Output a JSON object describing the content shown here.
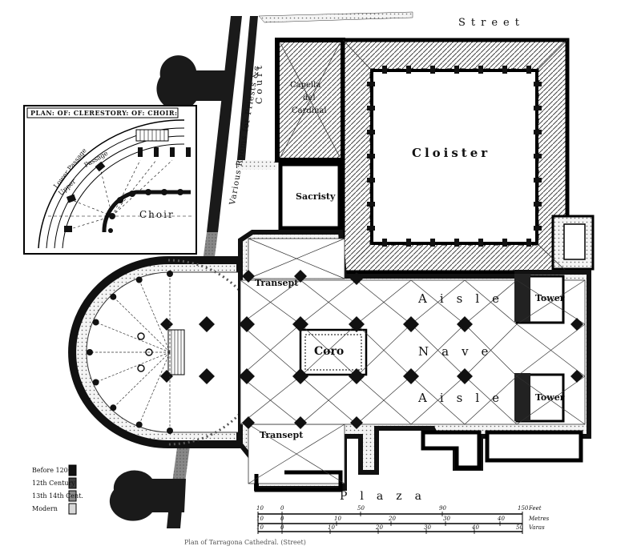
{
  "labels": {
    "street": "Street",
    "court": "Court",
    "various_rooms": "Various Rooms for Priests &c",
    "capella": [
      "Capella",
      "del",
      "Cardinal"
    ],
    "cloister": "Cloister",
    "sacristy": "Sacristy",
    "transept": "Transept",
    "coro": "Coro",
    "aisle": "Aisle",
    "nave": "Nave",
    "tower": "Tower",
    "plaza": "Plaza",
    "choir": "Choir"
  },
  "inset": {
    "title": "PLAN: OF: CLERESTORY: OF: CHOIR:",
    "lower_passage": "Lower Passage",
    "upper_passage": "Upper",
    "passage": "Passage"
  },
  "legend": [
    {
      "label": "Before 1200",
      "color": "#111111"
    },
    {
      "label": "12th Century",
      "color": "#3a3a3a"
    },
    {
      "label": "13th 14th Cent.",
      "color": "#8a8a8a"
    },
    {
      "label": "Modern",
      "color": "#d8d8d8"
    }
  ],
  "scale": {
    "feet_label": "Feet",
    "metres_label": "Metres",
    "varas_label": "Varas",
    "feet_ticks": [
      "10",
      "0",
      "50",
      "90",
      "150"
    ],
    "metres_ticks": [
      "10",
      "0",
      "10",
      "20",
      "30",
      "40"
    ],
    "varas_ticks": [
      "10",
      "0",
      "10",
      "20",
      "30",
      "40",
      "50"
    ]
  },
  "caption": "Plan of Tarragona Cathedral. (Street)"
}
